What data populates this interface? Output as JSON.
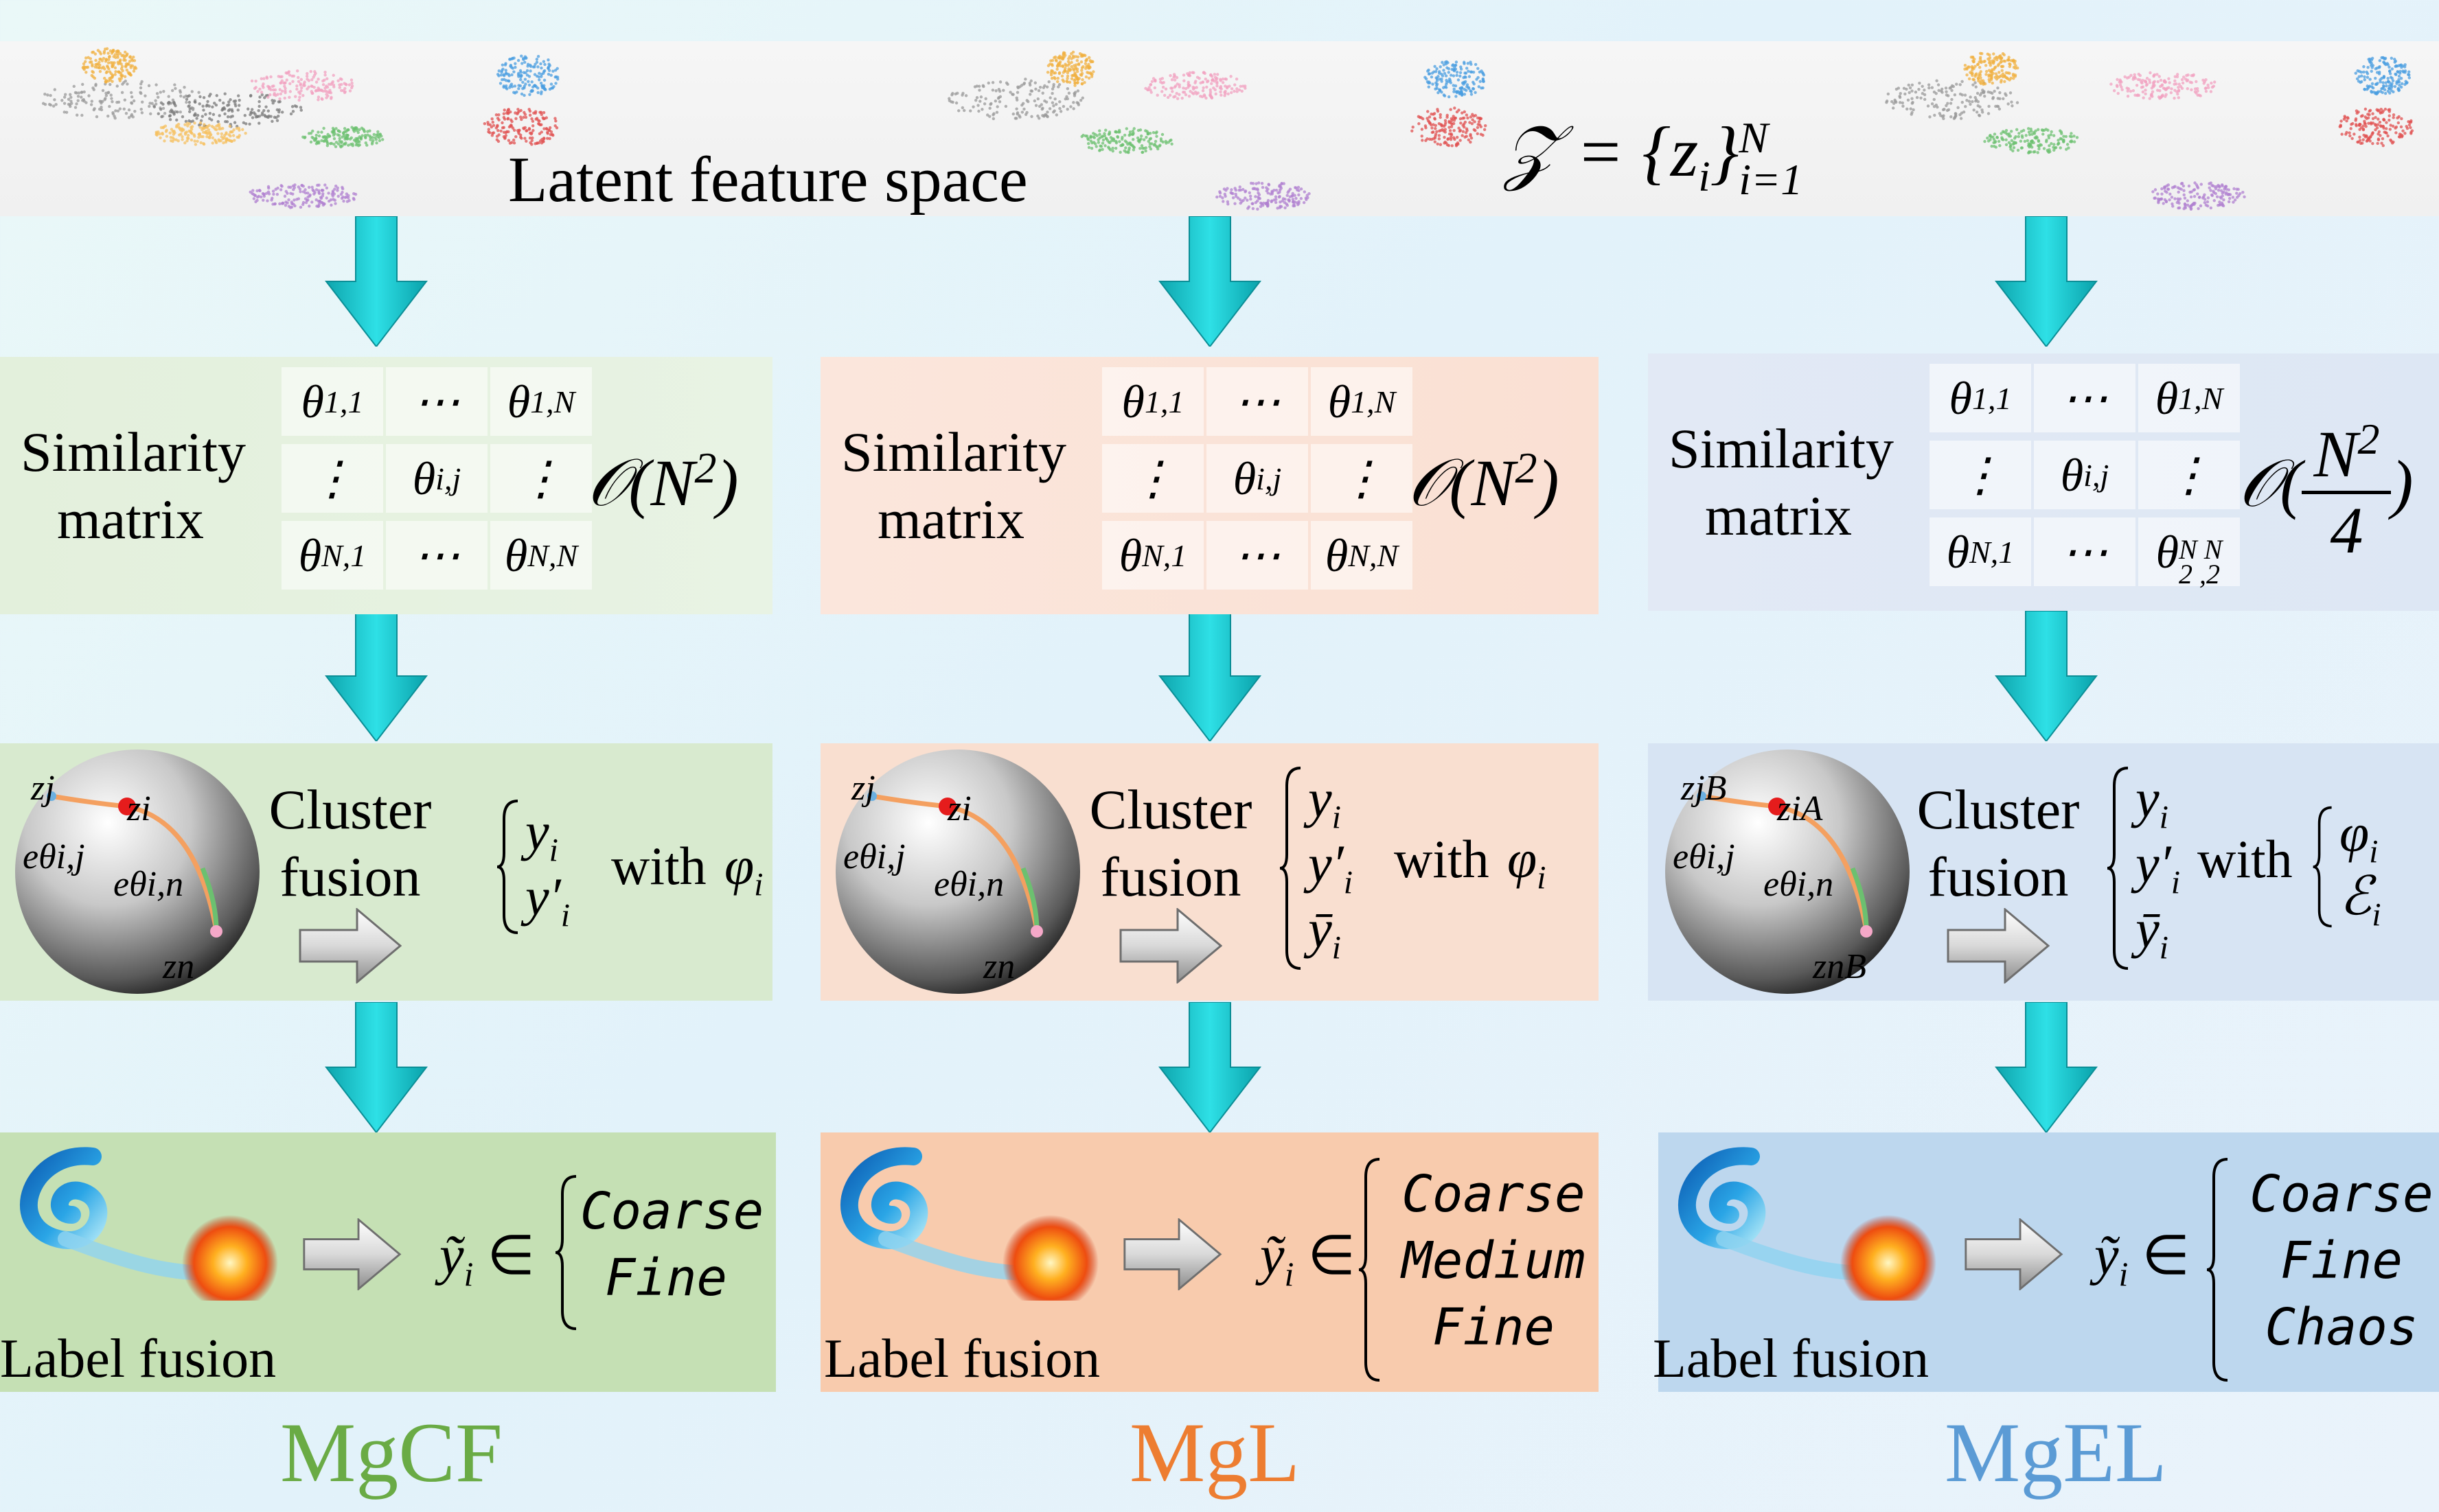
{
  "colors": {
    "arrow": "#12c4cc",
    "mgcf": "#6aab45",
    "mgl": "#ed7d31",
    "mgel": "#5b9bd5",
    "panel_green": "#dfeedd",
    "panel_peach": "#fae3d8",
    "panel_blue": "#dde7f4",
    "label_green": "#c5e0b4",
    "label_peach": "#f8cbad",
    "label_blue": "#bdd7ee"
  },
  "latent": {
    "label": "Latent feature space",
    "equation_lhs": "𝒵 = {z",
    "equation_sub_i": "i",
    "equation_close": "}",
    "equation_sup": "N",
    "equation_sub": "i=1"
  },
  "columns": [
    {
      "id": "mgcf",
      "similarity_label": "Similarity\nmatrix",
      "matrix": [
        "θ1,1",
        "⋯",
        "θ1,N",
        "⋮",
        "θi,j",
        "⋮",
        "θN,1",
        "⋯",
        "θN,N"
      ],
      "complexity": "𝒪(N²)",
      "cluster_label": "Cluster\nfusion",
      "cluster_outputs": [
        "yi",
        "y′i"
      ],
      "cluster_with": "with",
      "cluster_params": [
        "φi"
      ],
      "label_fusion": "Label fusion",
      "label_outputs": [
        "Coarse",
        "Fine"
      ],
      "name": "MgCF"
    },
    {
      "id": "mgl",
      "similarity_label": "Similarity\nmatrix",
      "matrix": [
        "θ1,1",
        "⋯",
        "θ1,N",
        "⋮",
        "θi,j",
        "⋮",
        "θN,1",
        "⋯",
        "θN,N"
      ],
      "complexity": "𝒪(N²)",
      "cluster_label": "Cluster\nfusion",
      "cluster_outputs": [
        "yi",
        "y′i",
        "ȳi"
      ],
      "cluster_with": "with",
      "cluster_params": [
        "φi"
      ],
      "label_fusion": "Label fusion",
      "label_outputs": [
        "Coarse",
        "Medium",
        "Fine"
      ],
      "name": "MgL"
    },
    {
      "id": "mgel",
      "similarity_label": "Similarity\nmatrix",
      "matrix": [
        "θ1,1",
        "⋯",
        "θ1,N",
        "⋮",
        "θi,j",
        "⋮",
        "θN,1",
        "⋯",
        "θN/2,N/2"
      ],
      "complexity": "𝒪(N²/4)",
      "cluster_label": "Cluster\nfusion",
      "cluster_outputs": [
        "yi",
        "y′i",
        "ȳi"
      ],
      "cluster_with": "with",
      "cluster_params": [
        "φi",
        "ℰi"
      ],
      "label_fusion": "Label fusion",
      "label_outputs": [
        "Coarse",
        "Fine",
        "Chaos"
      ],
      "name": "MgEL"
    }
  ],
  "sphere_labels": {
    "zj": "zj",
    "zi": "zi",
    "zn": "zn",
    "e_ij": "eθi,j",
    "e_in": "eθi,n",
    "zjB": "zjB",
    "ziA": "ziA",
    "znB": "znB"
  },
  "label_arrow_prefix": "ỹi ∈"
}
